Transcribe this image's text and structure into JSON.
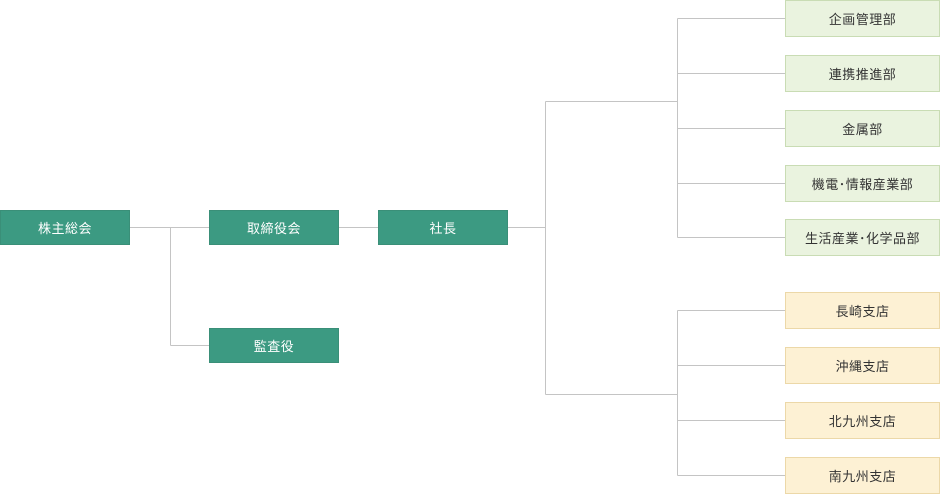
{
  "chart": {
    "shareholders": "株主総会",
    "board": "取締役会",
    "auditor": "監査役",
    "president": "社長",
    "departments": [
      "企画管理部",
      "連携推進部",
      "金属部",
      "機電･情報産業部",
      "生活産業･化学品部"
    ],
    "branches": [
      "長崎支店",
      "沖縄支店",
      "北九州支店",
      "南九州支店"
    ]
  },
  "colors": {
    "main_box": "#3c9a82",
    "department_box": "#eaf3df",
    "branch_box": "#fdf1d4",
    "connector": "#c4c4c4"
  }
}
